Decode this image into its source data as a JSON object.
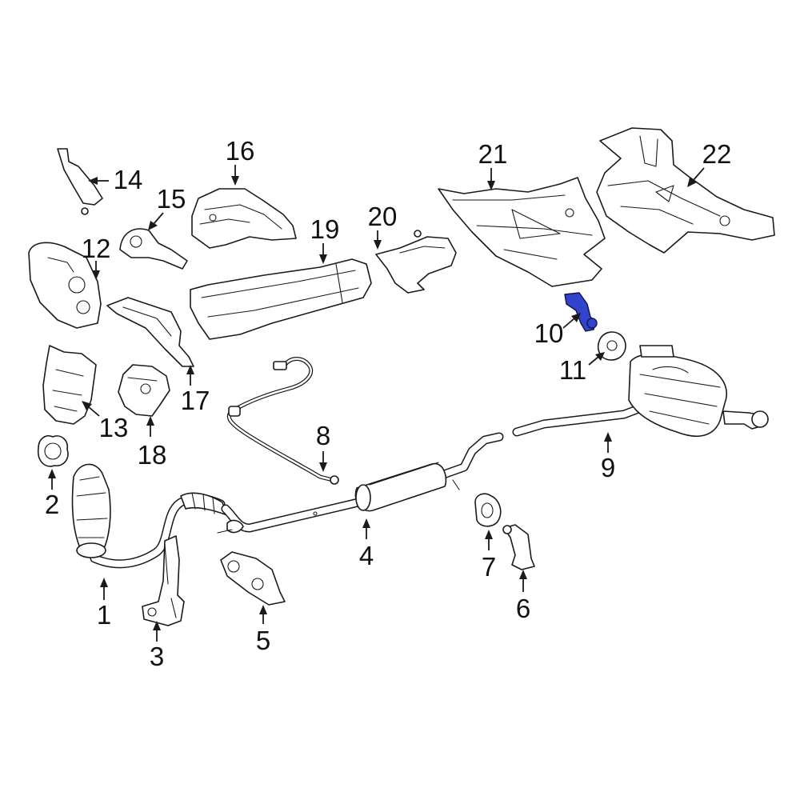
{
  "colors": {
    "line": "#1a1a1a",
    "highlight": "#3344cc",
    "background": "#ffffff"
  },
  "highlighted_part": "10",
  "callouts": [
    {
      "key": "c1",
      "label": "1"
    },
    {
      "key": "c2",
      "label": "2"
    },
    {
      "key": "c3",
      "label": "3"
    },
    {
      "key": "c4",
      "label": "4"
    },
    {
      "key": "c5",
      "label": "5"
    },
    {
      "key": "c6",
      "label": "6"
    },
    {
      "key": "c7",
      "label": "7"
    },
    {
      "key": "c8",
      "label": "8"
    },
    {
      "key": "c9",
      "label": "9"
    },
    {
      "key": "c10",
      "label": "10"
    },
    {
      "key": "c11",
      "label": "11"
    },
    {
      "key": "c12",
      "label": "12"
    },
    {
      "key": "c13",
      "label": "13"
    },
    {
      "key": "c14",
      "label": "14"
    },
    {
      "key": "c15",
      "label": "15"
    },
    {
      "key": "c16",
      "label": "16"
    },
    {
      "key": "c17",
      "label": "17"
    },
    {
      "key": "c18",
      "label": "18"
    },
    {
      "key": "c19",
      "label": "19"
    },
    {
      "key": "c20",
      "label": "20"
    },
    {
      "key": "c21",
      "label": "21"
    },
    {
      "key": "c22",
      "label": "22"
    }
  ]
}
